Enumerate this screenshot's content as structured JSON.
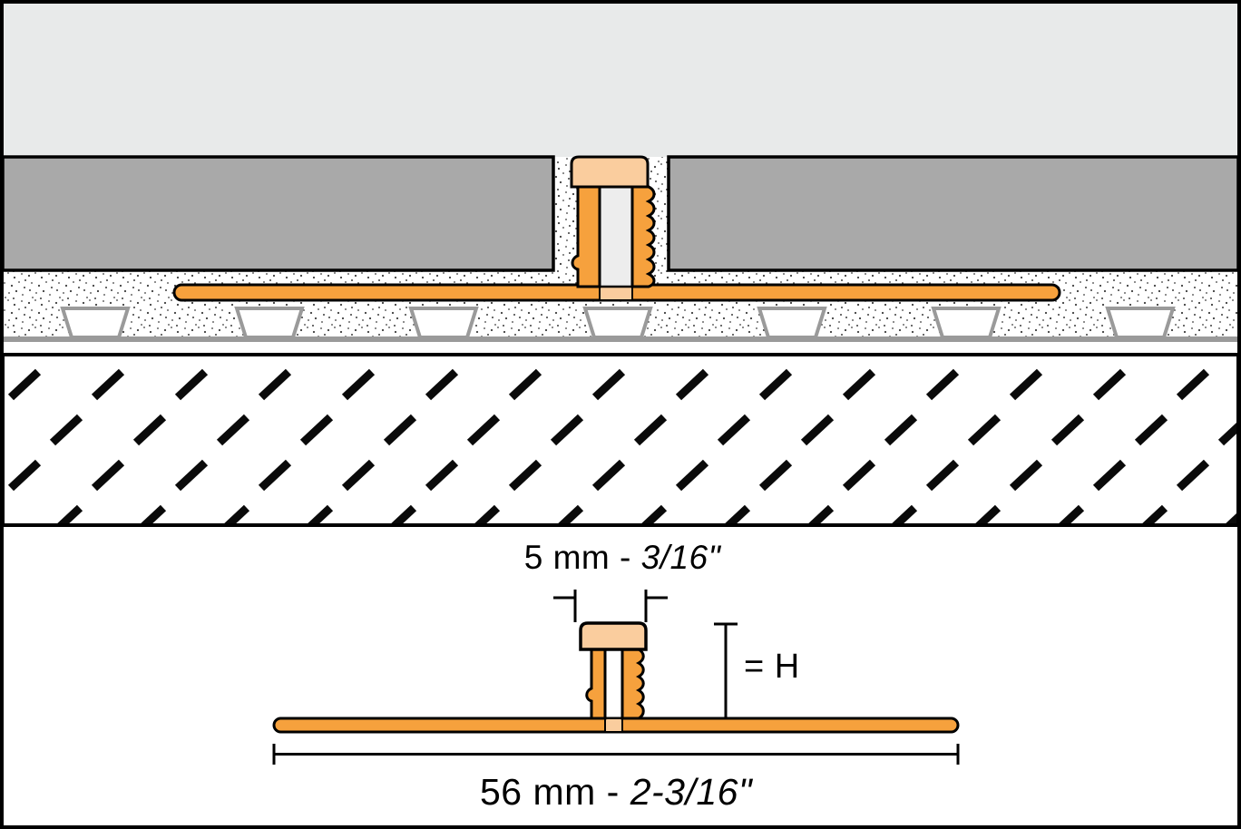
{
  "labels": {
    "joint_width_metric": "5 mm - ",
    "joint_width_imperial": "3/16\"",
    "height": "= H",
    "overall_width_metric": "56 mm - ",
    "overall_width_imperial": "2-3/16\""
  },
  "colors": {
    "profile_orange": "#F6A13D",
    "profile_light_orange": "#FACD9E",
    "insert_gray": "#EDEDED",
    "tile_gray": "#A9A9A9",
    "surface_gray": "#E8EAEA",
    "membrane_gray": "#9A9A9A",
    "background_white": "#FFFFFF"
  }
}
